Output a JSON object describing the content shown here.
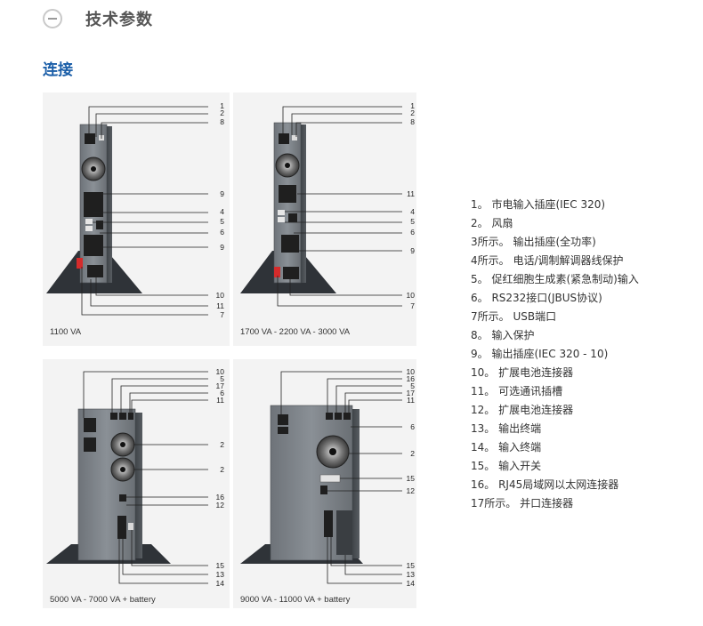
{
  "header": {
    "title": "技术参数",
    "subtitle": "连接"
  },
  "figures": [
    {
      "caption": "1100 VA",
      "callouts_right": [
        "1",
        "2",
        "8",
        "9",
        "4",
        "5",
        "6",
        "9",
        "10",
        "11",
        "7"
      ]
    },
    {
      "caption": "1700 VA - 2200 VA - 3000 VA",
      "callouts_right": [
        "1",
        "2",
        "8",
        "11",
        "4",
        "5",
        "6",
        "9",
        "10",
        "7"
      ]
    },
    {
      "caption": "5000 VA - 7000 VA + battery",
      "callouts_right": [
        "10",
        "5",
        "17",
        "6",
        "11",
        "2",
        "2",
        "16",
        "12",
        "15",
        "13",
        "14"
      ]
    },
    {
      "caption": "9000 VA - 11000 VA + battery",
      "callouts_right": [
        "10",
        "16",
        "5",
        "17",
        "11",
        "6",
        "2",
        "15",
        "12",
        "15",
        "13",
        "14"
      ]
    }
  ],
  "legend": [
    "1。 市电输入插座(IEC 320)",
    "2。 风扇",
    "3所示。 输出插座(全功率)",
    "4所示。 电话/调制解调器线保护",
    "5。 促红细胞生成素(紧急制动)输入",
    "6。 RS232接口(JBUS协议)",
    "7所示。 USB端口",
    "8。 输入保护",
    "9。 输出插座(IEC 320 - 10)",
    "10。 扩展电池连接器",
    "11。 可选通讯插槽",
    "12。 扩展电池连接器",
    "13。 输出终端",
    "14。 输入终端",
    "15。 输入开关",
    "16。 RJ45局域网以太网连接器",
    "17所示。 并口连接器"
  ]
}
